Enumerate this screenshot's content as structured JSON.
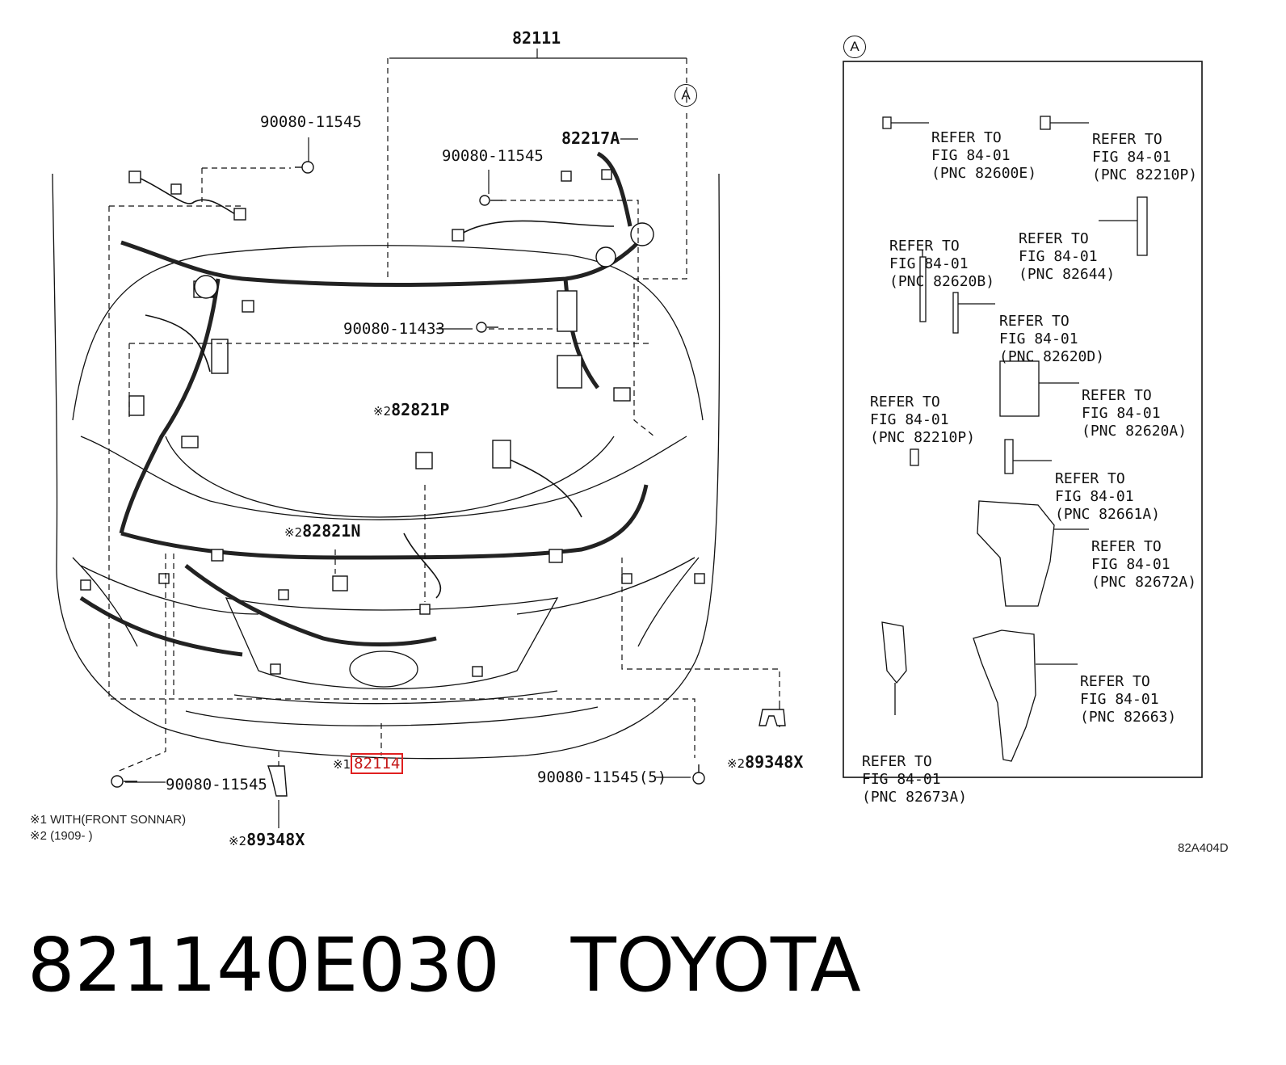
{
  "diagram": {
    "part_main": "82111",
    "callout_letter": "A",
    "labels": {
      "bolt_top_left": "90080-11545",
      "bolt_top_right": "90080-11545",
      "connector_top": "82217A",
      "bolt_center": "90080-11433",
      "sub_82821P": "82821P",
      "sub_82821N": "82821N",
      "highlight_part": "82114",
      "bolt_bottom_left": "90080-11545",
      "bolt_bottom_right": "90080-11545(5)",
      "bracket_right": "89348X",
      "bracket_left": "89348X",
      "mark_2": "※2",
      "mark_1": "※1"
    },
    "notes": [
      "※1 WITH(FRONT SONNAR)",
      "※2 (1909-       )"
    ],
    "refer_boxes": [
      {
        "line1": "REFER TO",
        "line2": "FIG 84-01",
        "line3": "(PNC 82600E)"
      },
      {
        "line1": "REFER TO",
        "line2": "FIG 84-01",
        "line3": "(PNC 82210P)"
      },
      {
        "line1": "REFER TO",
        "line2": "FIG 84-01",
        "line3": "(PNC 82620B)"
      },
      {
        "line1": "REFER TO",
        "line2": "FIG 84-01",
        "line3": "(PNC 82644)"
      },
      {
        "line1": "REFER TO",
        "line2": "FIG 84-01",
        "line3": "(PNC 82620D)"
      },
      {
        "line1": "REFER TO",
        "line2": "FIG 84-01",
        "line3": "(PNC 82210P)"
      },
      {
        "line1": "REFER TO",
        "line2": "FIG 84-01",
        "line3": "(PNC 82620A)"
      },
      {
        "line1": "REFER TO",
        "line2": "FIG 84-01",
        "line3": "(PNC 82661A)"
      },
      {
        "line1": "REFER TO",
        "line2": "FIG 84-01",
        "line3": "(PNC 82672A)"
      },
      {
        "line1": "REFER TO",
        "line2": "FIG 84-01",
        "line3": "(PNC 82663)"
      },
      {
        "line1": "REFER TO",
        "line2": "FIG 84-01",
        "line3": "(PNC 82673A)"
      }
    ],
    "figure_code": "82A404D"
  },
  "caption": {
    "part_number": "821140E030",
    "brand": "TOYOTA"
  },
  "colors": {
    "line": "#111111",
    "highlight": "#e02020"
  }
}
